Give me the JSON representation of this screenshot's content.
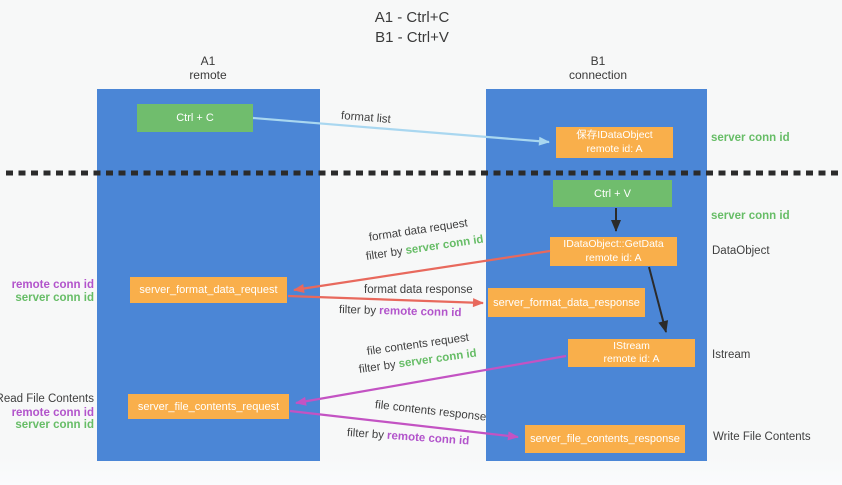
{
  "title": {
    "line1": "A1 - Ctrl+C",
    "line2": "B1 - Ctrl+V"
  },
  "lifelines": {
    "left": {
      "name": "A1",
      "role": "remote"
    },
    "right": {
      "name": "B1",
      "role": "connection"
    }
  },
  "boxes": {
    "ctrl_c": {
      "label": "Ctrl + C"
    },
    "save_dataobject": {
      "line1": "保存IDataObject",
      "line2": "remote id: A"
    },
    "ctrl_v": {
      "label": "Ctrl + V"
    },
    "getdata": {
      "line1": "IDataObject::GetData",
      "line2": "remote id: A"
    },
    "istream": {
      "line1": "IStream",
      "line2": "remote id: A"
    },
    "server_format_data_request": {
      "label": "server_format_data_request"
    },
    "server_format_data_response": {
      "label": "server_format_data_response"
    },
    "server_file_contents_request": {
      "label": "server_file_contents_request"
    },
    "server_file_contents_response": {
      "label": "server_file_contents_response"
    }
  },
  "arrow_labels": {
    "format_list": "format list",
    "format_data_request": "format data request",
    "format_data_response": "format data response",
    "file_contents_request": "file contents request",
    "file_contents_response": "file contents response",
    "filter_by": "filter by",
    "server_conn_id": "server conn id",
    "remote_conn_id": "remote conn id"
  },
  "side_labels": {
    "server_conn_id_top": "server conn id",
    "server_conn_id_mid": "server conn id",
    "dataobject": "DataObject",
    "istream": "Istream",
    "write_file_contents": "Write File Contents",
    "read_file_contents": "Read File Contents",
    "remote_conn_id_left_top": "remote conn id",
    "server_conn_id_left_top": "server conn id",
    "remote_conn_id_left_bottom": "remote conn id",
    "server_conn_id_left_bottom": "server conn id"
  },
  "colors": {
    "lane_blue": "#4b86d6",
    "action_green": "#70bd6d",
    "message_orange": "#f9af4b",
    "request_red": "#e8695d",
    "file_magenta": "#c353c3",
    "format_list_blue": "#a9d7f0",
    "conn_green_text": "#67bd67",
    "conn_purple_text": "#b254cb",
    "divider_black": "#2b2b2b"
  }
}
